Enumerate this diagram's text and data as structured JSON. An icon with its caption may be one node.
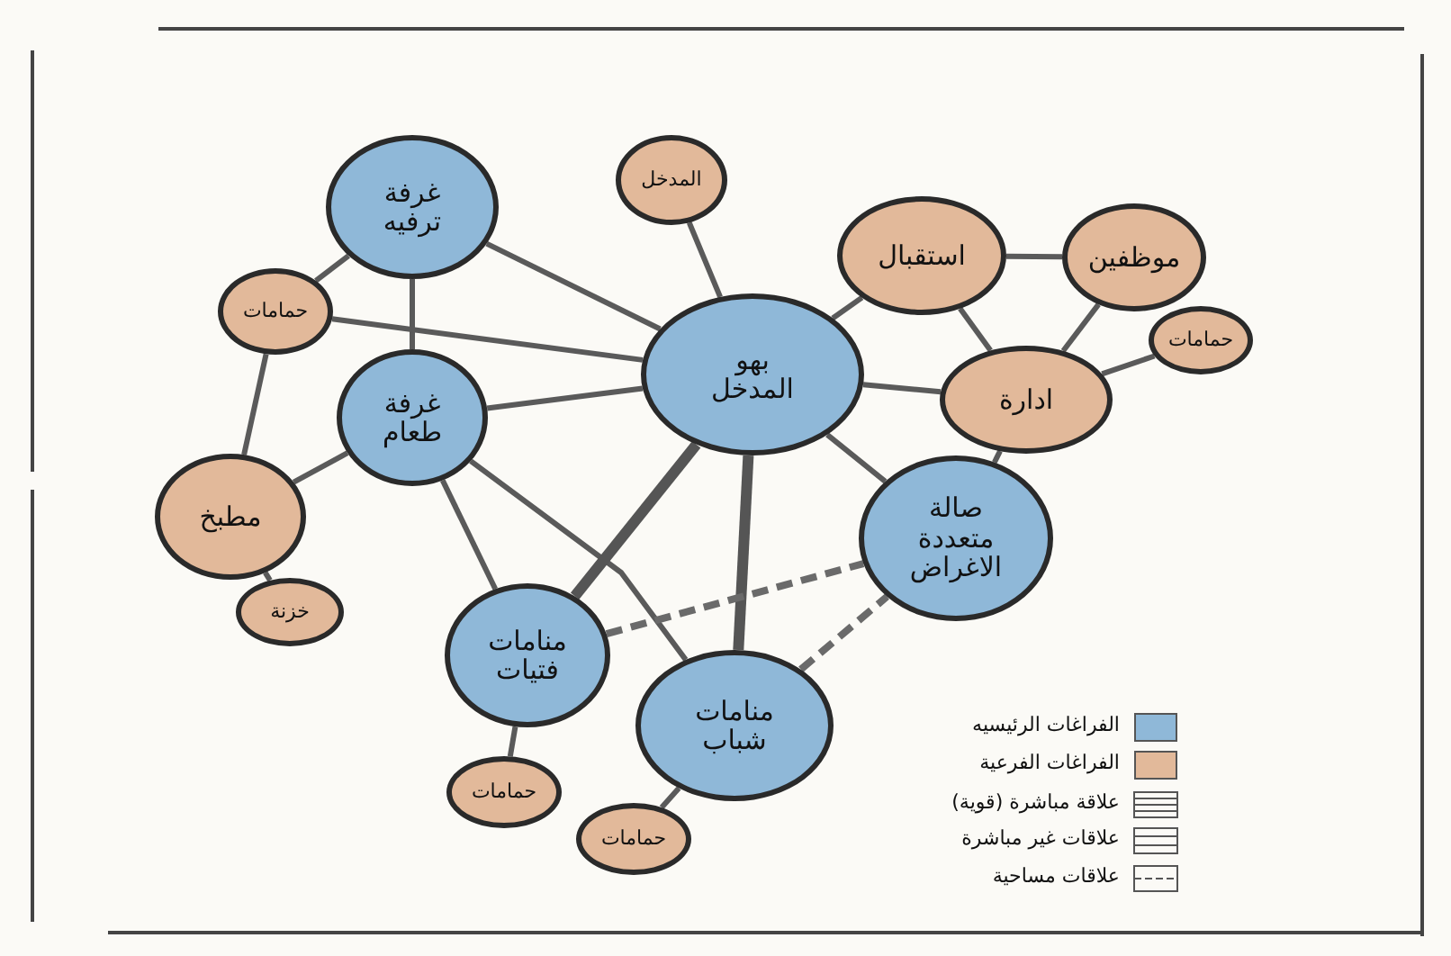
{
  "diagram": {
    "nodes": [
      {
        "text": [
          "غرفة ترفيه"
        ]
      },
      {
        "text": [
          "المدخل"
        ]
      },
      {
        "text": [
          "استقبال"
        ]
      },
      {
        "text": [
          "موظفين"
        ]
      },
      {
        "text": [
          "حمامات"
        ]
      },
      {
        "text": [
          "حمامات"
        ]
      },
      {
        "text": [
          "بهو المدخل"
        ]
      },
      {
        "text": [
          "ادارة"
        ]
      },
      {
        "text": [
          "غرفة طعام"
        ]
      },
      {
        "text": [
          "مطبخ"
        ]
      },
      {
        "text": [
          "صالة متعددة الاغراض"
        ]
      },
      {
        "text": [
          "خزنة"
        ]
      },
      {
        "text": [
          "منامات فتيات"
        ]
      },
      {
        "text": [
          "منامات شباب"
        ]
      },
      {
        "text": [
          "حمامات"
        ]
      },
      {
        "text": [
          "حمامات"
        ]
      }
    ],
    "edges": [
      {
        "from": 0,
        "to": 4,
        "arrow": "none"
      },
      {
        "from": 0,
        "to": 8,
        "arrow": "none"
      },
      {
        "from": 0,
        "to": 6,
        "arrow": "none"
      },
      {
        "from": 4,
        "to": 6,
        "arrow": "none"
      },
      {
        "from": 4,
        "to": 9,
        "arrow": "none"
      },
      {
        "from": 8,
        "to": 9,
        "arrow": "none"
      },
      {
        "from": 8,
        "to": 6,
        "arrow": "none"
      },
      {
        "from": 8,
        "to": 12,
        "arrow": "none"
      },
      {
        "from": 8,
        "to": 13,
        "arrow": "none"
      },
      {
        "from": 9,
        "to": 11,
        "arrow": "none"
      },
      {
        "from": 1,
        "to": 6,
        "arrow": "none"
      },
      {
        "from": 6,
        "to": 2,
        "arrow": "none"
      },
      {
        "from": 2,
        "to": 3,
        "arrow": "none"
      },
      {
        "from": 2,
        "to": 7,
        "arrow": "none"
      },
      {
        "from": 3,
        "to": 7,
        "arrow": "none"
      },
      {
        "from": 7,
        "to": 5,
        "arrow": "none"
      },
      {
        "from": 6,
        "to": 7,
        "arrow": "none"
      },
      {
        "from": 6,
        "to": 10,
        "arrow": "none"
      },
      {
        "from": 7,
        "to": 10,
        "arrow": "none"
      },
      {
        "from": 6,
        "to": 12,
        "arrow": "none",
        "style": "thick"
      },
      {
        "from": 6,
        "to": 13,
        "arrow": "none",
        "style": "thick"
      },
      {
        "from": 12,
        "to": 10,
        "arrow": "none",
        "style": "dashed"
      },
      {
        "from": 13,
        "to": 10,
        "arrow": "none",
        "style": "dashed"
      },
      {
        "from": 12,
        "to": 14,
        "arrow": "none"
      },
      {
        "from": 13,
        "to": 15,
        "arrow": "none"
      }
    ],
    "legend": [
      {
        "text": "الفراغات الرئيسيه",
        "color": "#8fb8d8"
      },
      {
        "text": "الفراغات الفرعية",
        "color": "#e2b99a"
      },
      {
        "text": "علاقة مباشرة (قوية)"
      },
      {
        "text": "علاقات غير مباشرة"
      },
      {
        "text": "علاقات مساحية"
      }
    ]
  }
}
